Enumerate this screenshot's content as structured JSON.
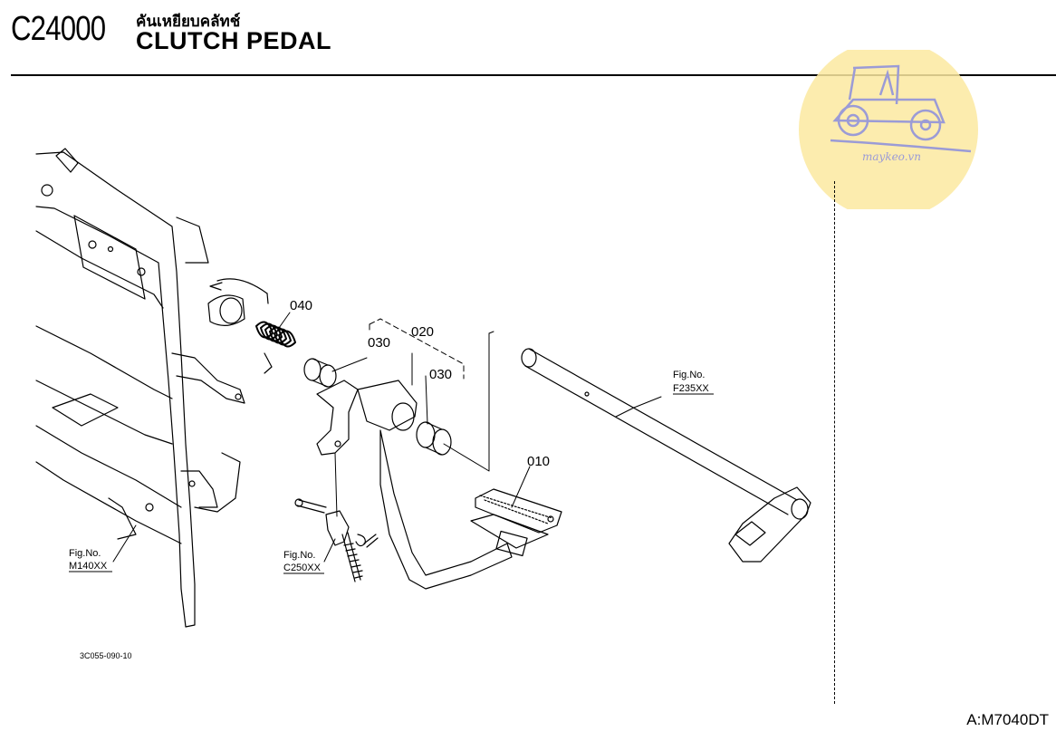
{
  "header": {
    "code": "C24000",
    "title_th": "คันเหยียบคลัทช์",
    "title_en": "CLUTCH PEDAL"
  },
  "watermark": {
    "text": "maykeo.vn",
    "icon": "tractor-icon",
    "color": "#fbe9a0"
  },
  "parts": [
    {
      "id": "part-010",
      "label": "010"
    },
    {
      "id": "part-020",
      "label": "020"
    },
    {
      "id": "part-030a",
      "label": "030"
    },
    {
      "id": "part-030b",
      "label": "030"
    },
    {
      "id": "part-040",
      "label": "040"
    }
  ],
  "references": {
    "m140": {
      "fig": "Fig.No.",
      "code": "M140XX"
    },
    "c250": {
      "fig": "Fig.No.",
      "code": "C250XX"
    },
    "f235": {
      "fig": "Fig.No.",
      "code": "F235XX"
    }
  },
  "drawing_number": "3C055-090-10",
  "footer": {
    "model": "A:M7040DT"
  }
}
